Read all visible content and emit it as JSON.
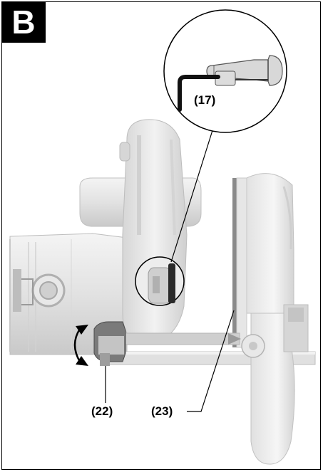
{
  "figure": {
    "badge": "B",
    "callouts": {
      "c17": "(17)",
      "c22": "(22)",
      "c23": "(23)"
    }
  }
}
